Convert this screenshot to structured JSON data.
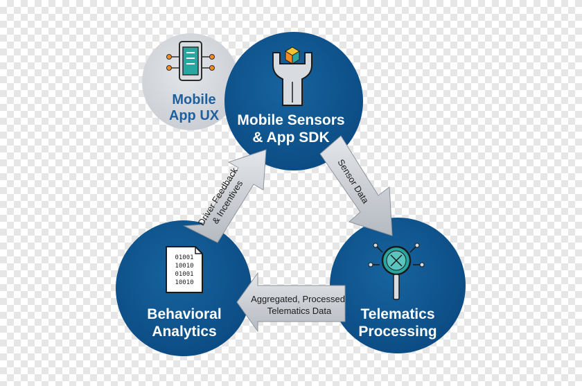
{
  "nodes": {
    "mobile_app_ux": {
      "line1": "Mobile",
      "line2": "App UX",
      "icon": "smartphone-circuit-icon"
    },
    "mobile_sensors": {
      "line1": "Mobile Sensors",
      "line2": "& App SDK",
      "icon": "wrench-cube-icon"
    },
    "telematics": {
      "line1": "Telematics",
      "line2": "Processing",
      "icon": "magnifier-network-icon"
    },
    "behavioral": {
      "line1": "Behavioral",
      "line2": "Analytics",
      "icon": "binary-document-icon"
    }
  },
  "arrows": {
    "sensor_data": {
      "line1": "Sensor Data"
    },
    "aggregated": {
      "line1": "Aggregated, Processed",
      "line2": "Telematics Data"
    },
    "feedback": {
      "line1": "Driver Feedback",
      "line2": "& Incentives"
    }
  },
  "colors": {
    "node_blue": "#0e5390",
    "node_blue_dark": "#0a3f6e",
    "ux_gray": "#d5d8dd",
    "arrow_gray": "#c9cdd2",
    "accent_orange": "#f08a24",
    "accent_teal": "#2aa6a0"
  }
}
